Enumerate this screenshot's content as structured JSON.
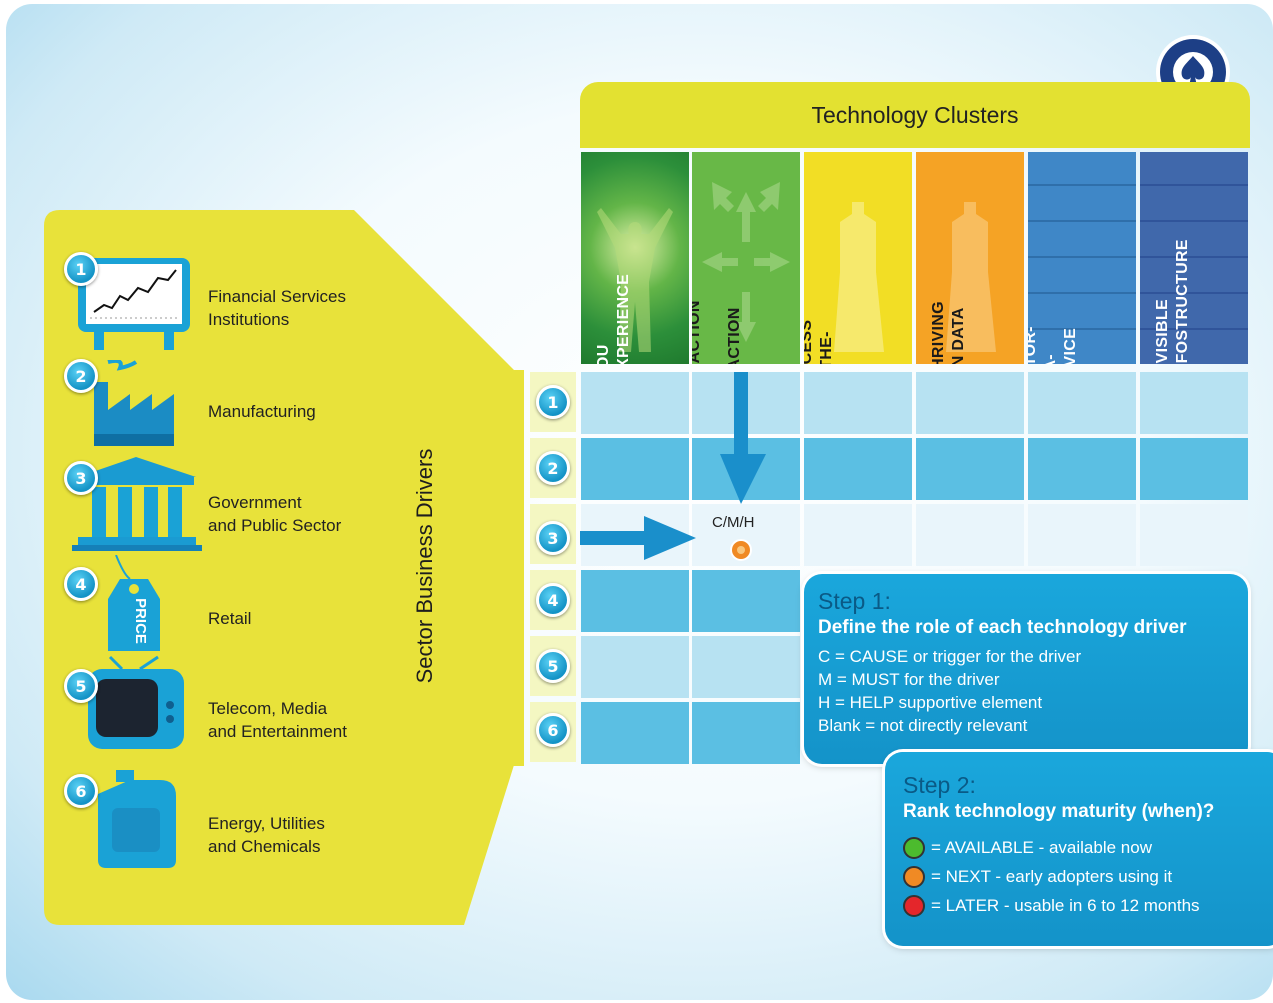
{
  "header": {
    "title": "Technology Clusters"
  },
  "columns": [
    {
      "label": "YOU\nEXPERIENCE",
      "color": "#2e9a3a"
    },
    {
      "label": "FROM TRANSACTION\nTO INTERACTION",
      "color": "#63b845"
    },
    {
      "label": "PROCESS\nON-THE-FLY",
      "color": "#f0dc24"
    },
    {
      "label": "THRIVING\nON DATA",
      "color": "#f4a224"
    },
    {
      "label": "SECTOR-AS-A-SERVICE",
      "color": "#3f86c6"
    },
    {
      "label": "INVISIBLE\nINFOSTRUCTURE",
      "color": "#3d63a8"
    }
  ],
  "sector_axis_label": "Sector Business Drivers",
  "sectors": [
    {
      "num": "1",
      "label": "Financial Services\nInstitutions",
      "icon": "chart-monitor-icon"
    },
    {
      "num": "2",
      "label": "Manufacturing",
      "icon": "factory-icon"
    },
    {
      "num": "3",
      "label": "Government\nand Public Sector",
      "icon": "government-building-icon"
    },
    {
      "num": "4",
      "label": "Retail",
      "icon": "price-tag-icon",
      "tag_text": "PRICE"
    },
    {
      "num": "5",
      "label": "Telecom, Media\nand Entertainment",
      "icon": "television-icon"
    },
    {
      "num": "6",
      "label": "Energy, Utilities\nand Chemicals",
      "icon": "jerrycan-icon"
    }
  ],
  "matrix": {
    "sample_cell_text": "C/M/H"
  },
  "step1": {
    "title": "Step 1:",
    "subtitle": "Define the role of each technology driver",
    "lines": [
      "C = CAUSE or trigger for the driver",
      "M = MUST for the driver",
      "H = HELP supportive element",
      "Blank = not directly relevant"
    ]
  },
  "step2": {
    "title": "Step 2:",
    "subtitle": "Rank technology maturity (when)?",
    "legend": [
      {
        "text": "= AVAILABLE - available now",
        "color": "#4cbb2e"
      },
      {
        "text": "= NEXT - early adopters using it",
        "color": "#f08a24"
      },
      {
        "text": "= LATER - usable in 6 to 12 months",
        "color": "#e4262b"
      }
    ]
  },
  "colors": {
    "panel_yellow": "#e8e23a",
    "cell_light": "#b7e2f2",
    "cell_mid": "#5bbfe3",
    "arrow": "#1a8fcb"
  }
}
